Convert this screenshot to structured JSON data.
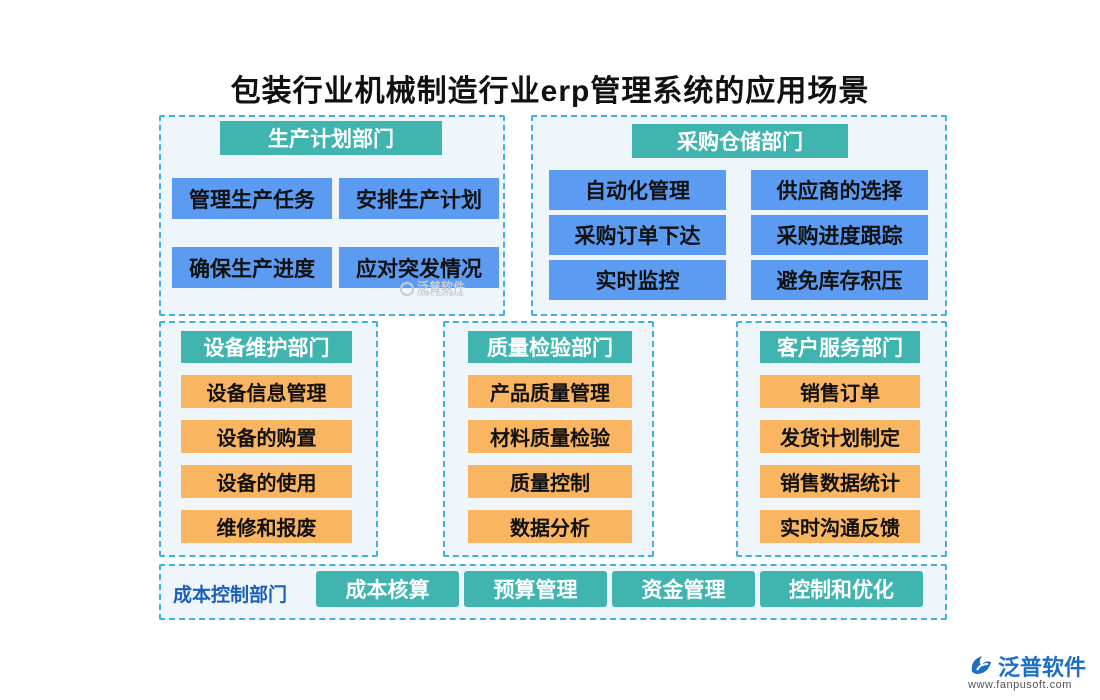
{
  "title": "包装行业机械制造行业erp管理系统的应用场景",
  "production": {
    "header": "生产计划部门",
    "items": [
      "管理生产任务",
      "安排生产计划",
      "确保生产进度",
      "应对突发情况"
    ]
  },
  "purchasing": {
    "header": "采购仓储部门",
    "items": [
      "自动化管理",
      "供应商的选择",
      "采购订单下达",
      "采购进度跟踪",
      "实时监控",
      "避免库存积压"
    ]
  },
  "equipment": {
    "header": "设备维护部门",
    "items": [
      "设备信息管理",
      "设备的购置",
      "设备的使用",
      "维修和报废"
    ]
  },
  "quality": {
    "header": "质量检验部门",
    "items": [
      "产品质量管理",
      "材料质量检验",
      "质量控制",
      "数据分析"
    ]
  },
  "service": {
    "header": "客户服务部门",
    "items": [
      "销售订单",
      "发货计划制定",
      "销售数据统计",
      "实时沟通反馈"
    ]
  },
  "cost": {
    "label": "成本控制部门",
    "items": [
      "成本核算",
      "预算管理",
      "资金管理",
      "控制和优化"
    ]
  },
  "watermark": {
    "text": "泛普软件",
    "sub": "FANPU SOFTWARE"
  },
  "logo": {
    "icon": "fanpu-logo-icon",
    "name": "泛普软件",
    "url": "www.fanpusoft.com"
  },
  "colors": {
    "panel_border": "#3fb0df",
    "panel_bg": "#eef5fb",
    "teal": "#40b5b0",
    "blue": "#5b9bf2",
    "orange": "#f9b560",
    "cost_label": "#1b5fb8"
  }
}
